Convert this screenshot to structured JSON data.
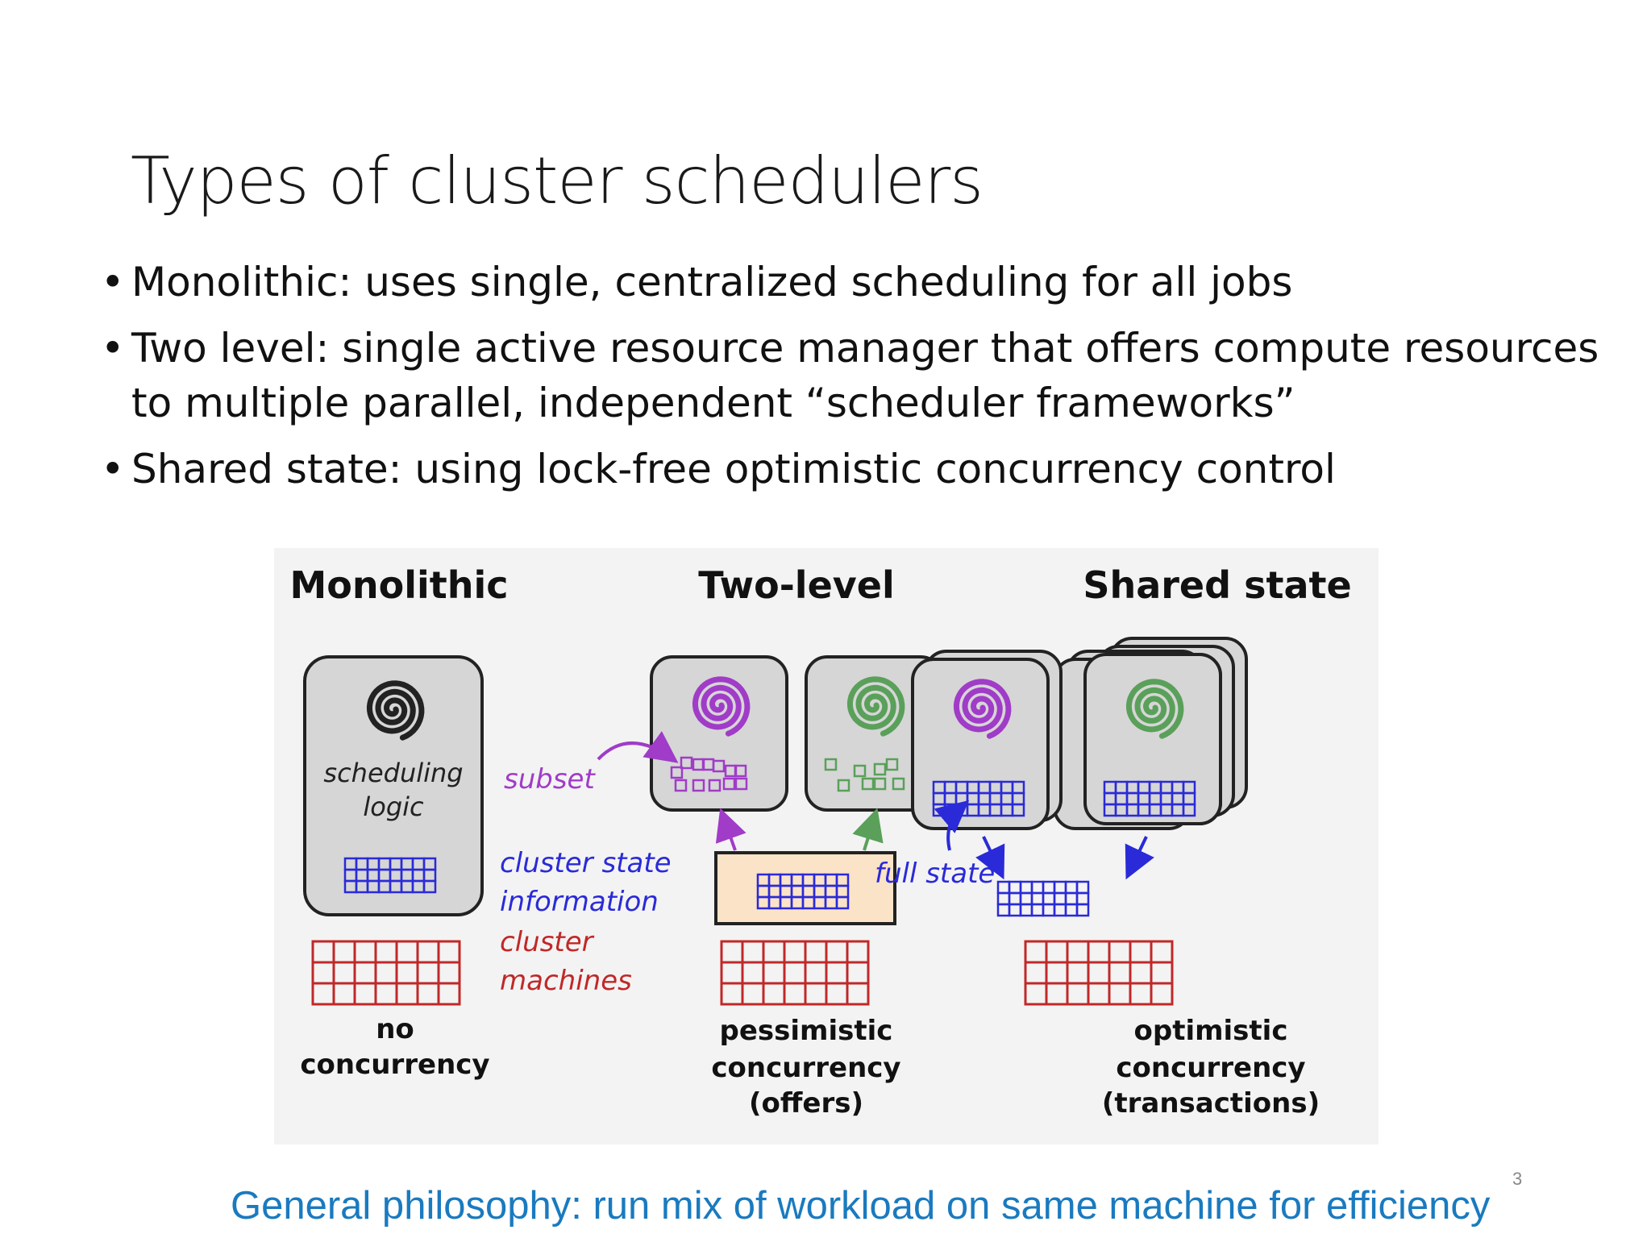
{
  "slide": {
    "title": "Types of cluster schedulers",
    "bullets": [
      {
        "marker": "•",
        "text": "Monolithic: uses single, centralized scheduling for all jobs"
      },
      {
        "marker": "•",
        "text": "Two level: single active resource manager that offers compute resources to multiple parallel, independent “scheduler frameworks”"
      },
      {
        "marker": "•",
        "text": "Shared state: using lock-free optimistic concurrency control"
      }
    ],
    "footer": "General philosophy: run mix of workload on same machine for efficiency",
    "page_number": "3"
  },
  "diagram": {
    "columns": {
      "monolithic": {
        "heading": "Monolithic",
        "box_label_1": "scheduling",
        "box_label_2": "logic",
        "caption_1": "no",
        "caption_2": "concurrency"
      },
      "two_level": {
        "heading": "Two-level",
        "caption_1": "pessimistic",
        "caption_2": "concurrency",
        "caption_3": "(offers)"
      },
      "shared_state": {
        "heading": "Shared state",
        "caption_1": "optimistic",
        "caption_2": "concurrency",
        "caption_3": "(transactions)"
      }
    },
    "labels": {
      "subset": "subset",
      "cluster_state_1": "cluster state",
      "cluster_state_2": "information",
      "cluster_machines_1": "cluster",
      "cluster_machines_2": "machines",
      "full_state": "full state"
    },
    "colors": {
      "black": "#222222",
      "purple": "#a03cc8",
      "green": "#5aa05a",
      "blue": "#2a2ad8",
      "red": "#c02828",
      "box_fill": "#d6d6d6",
      "state_box_fill": "#fbe3c8"
    }
  }
}
